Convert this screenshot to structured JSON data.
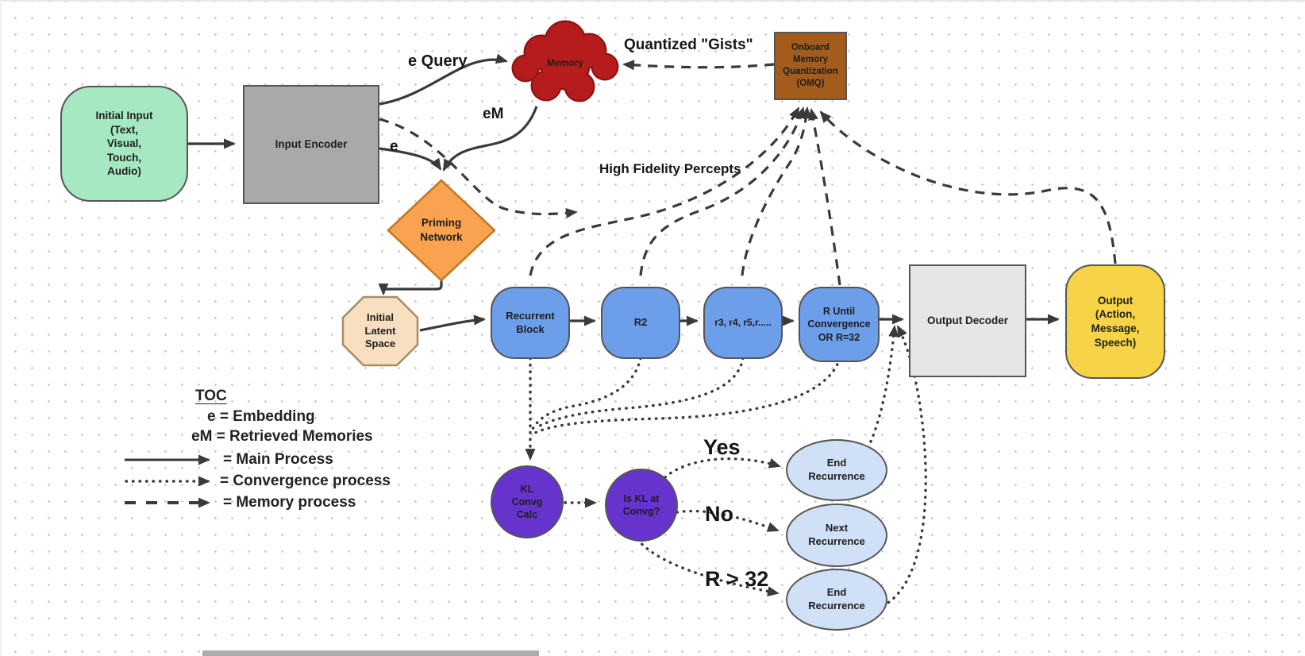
{
  "nodes": {
    "initial_input": {
      "label": "Initial Input\n(Text,\nVisual,\nTouch,\nAudio)",
      "fill": "#a5e8c2",
      "border": "#8a8a8a"
    },
    "input_encoder": {
      "label": "Input Encoder",
      "fill": "#a9a9a9",
      "border": "#787878"
    },
    "memory": {
      "label": "Memory",
      "fill": "#b71c1c",
      "border": "#8f1616"
    },
    "omq": {
      "label": "Onboard\nMemory\nQuantization\n(OMQ)",
      "fill": "#a35c1c",
      "border": "#6b3a0e"
    },
    "priming_network": {
      "label": "Priming\nNetwork",
      "fill": "#f9a24f",
      "border": "#c2761f"
    },
    "initial_latent_space": {
      "label": "Initial\nLatent\nSpace",
      "fill": "#f8dfc0",
      "border": "#a78b66"
    },
    "recurrent_block": {
      "label": "Recurrent\nBlock",
      "fill": "#6d9eea",
      "border": "#4f5d75"
    },
    "r2": {
      "label": "R2",
      "fill": "#6d9eea",
      "border": "#4f5d75"
    },
    "r3": {
      "label": "r3, r4, r5,r.....",
      "fill": "#6d9eea",
      "border": "#4f5d75"
    },
    "r_until_convergence": {
      "label": "R Until\nConvergence\nOR R=32",
      "fill": "#6d9eea",
      "border": "#4f5d75"
    },
    "output_decoder": {
      "label": "Output Decoder",
      "fill": "#e6e6e6",
      "border": "#a0a0a0"
    },
    "output": {
      "label": "Output\n(Action,\nMessage,\nSpeech)",
      "fill": "#f7d348",
      "border": "#b3892b"
    },
    "kl_convg_calc": {
      "label": "KL\nConvg\nCalc",
      "fill": "#6633cc",
      "border": "#321a6e"
    },
    "is_kl_at_convg": {
      "label": "Is KL at\nConvg?",
      "fill": "#6633cc",
      "border": "#321a6e"
    },
    "end_recurrence_top": {
      "label": "End\nRecurrence",
      "fill": "#cfe0f7",
      "border": "#8a8a8a"
    },
    "next_recurrence": {
      "label": "Next\nRecurrence",
      "fill": "#cfe0f7",
      "border": "#8a8a8a"
    },
    "end_recurrence_bottom": {
      "label": "End\nRecurrence",
      "fill": "#cfe0f7",
      "border": "#8a8a8a"
    }
  },
  "edge_labels": {
    "e_query": "e Query",
    "em": "eM",
    "e": "e",
    "quantized_gists": "Quantized \"Gists\"",
    "high_fidelity_percepts": "High Fidelity Percepts",
    "yes": "Yes",
    "no": "No",
    "r_gt_32": "R > 32"
  },
  "legend": {
    "title": "TOC",
    "entry_e": "e = Embedding",
    "entry_em": "eM = Retrieved Memories",
    "main_process": "= Main Process",
    "convergence_process": "= Convergence process",
    "memory_process": "= Memory process"
  },
  "edge_color": "#3a3a3a"
}
